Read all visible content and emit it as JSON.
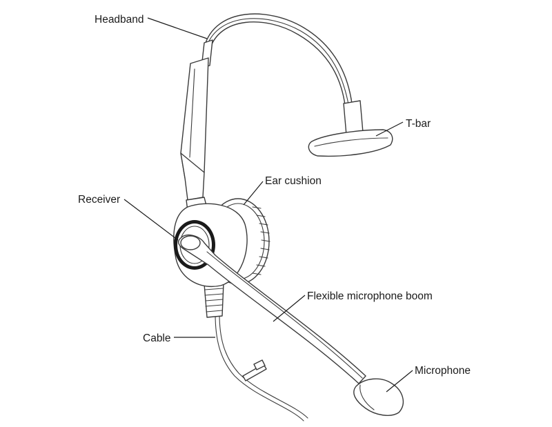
{
  "labels": {
    "headband": "Headband",
    "tbar": "T-bar",
    "ear_cushion": "Ear cushion",
    "receiver": "Receiver",
    "boom": "Flexible microphone boom",
    "cable": "Cable",
    "microphone": "Microphone"
  },
  "colors": {
    "line": "#3a3a3a",
    "text": "#1a1a1a",
    "background": "#ffffff"
  }
}
